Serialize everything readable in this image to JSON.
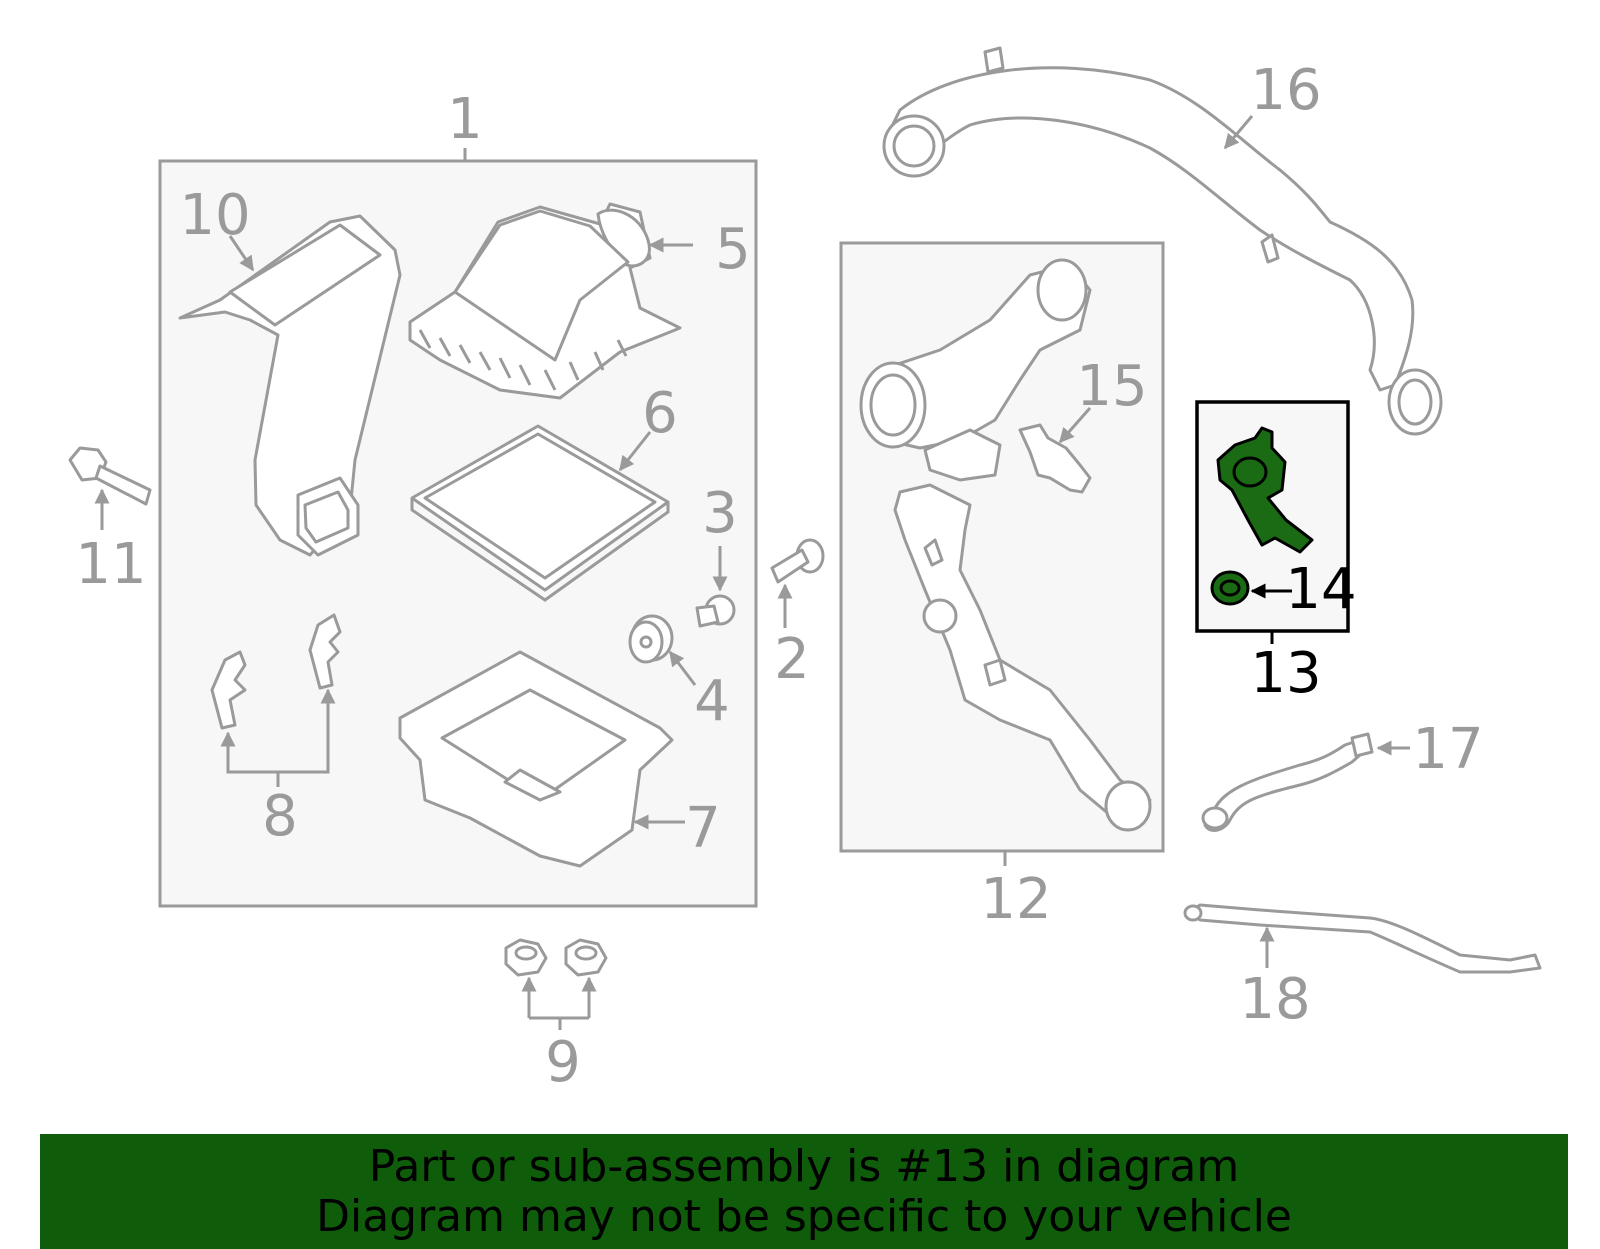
{
  "diagram": {
    "labels": {
      "p1": "1",
      "p2": "2",
      "p3": "3",
      "p4": "4",
      "p5": "5",
      "p6": "6",
      "p7": "7",
      "p8": "8",
      "p9": "9",
      "p10": "10",
      "p11": "11",
      "p12": "12",
      "p13": "13",
      "p14": "14",
      "p15": "15",
      "p16": "16",
      "p17": "17",
      "p18": "18"
    },
    "highlighted_part": "13"
  },
  "banner": {
    "line1": "Part or sub-assembly is #13 in diagram",
    "line2": "Diagram may not be specific to your vehicle",
    "background": "#0f5c0a"
  },
  "colors": {
    "outline": "#9a9a9a",
    "highlight_fill": "#1a6b14",
    "highlight_outline": "#000000"
  }
}
